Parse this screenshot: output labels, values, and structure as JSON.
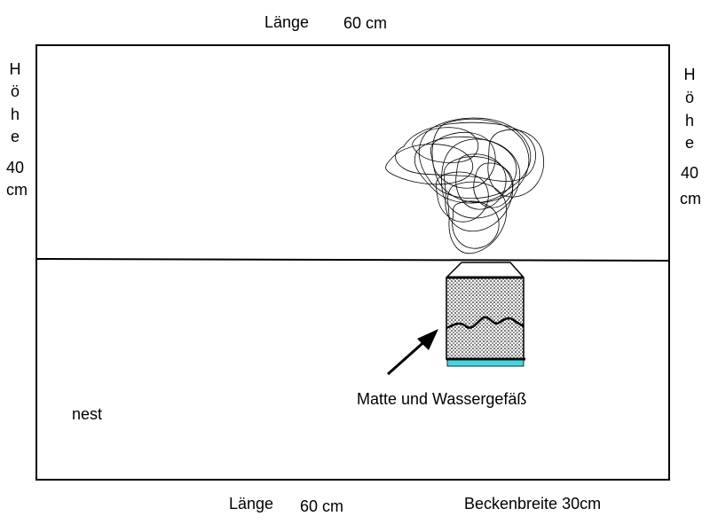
{
  "top": {
    "label": "Länge",
    "value": "60 cm"
  },
  "bottom": {
    "label": "Länge",
    "value": "60 cm",
    "depth": "Beckenbreite 30cm"
  },
  "left": {
    "letters": [
      "H",
      "ö",
      "h",
      "e"
    ],
    "num": "40",
    "unit": "cm"
  },
  "right": {
    "letters": [
      "H",
      "ö",
      "h",
      "e"
    ],
    "num": "40",
    "unit": "cm"
  },
  "annotations": {
    "equipment": "Matte und Wassergefäß",
    "nest": "nest"
  },
  "colors": {
    "water_strip": "#40d8e0",
    "mat_fill": "#c8c8c8"
  }
}
